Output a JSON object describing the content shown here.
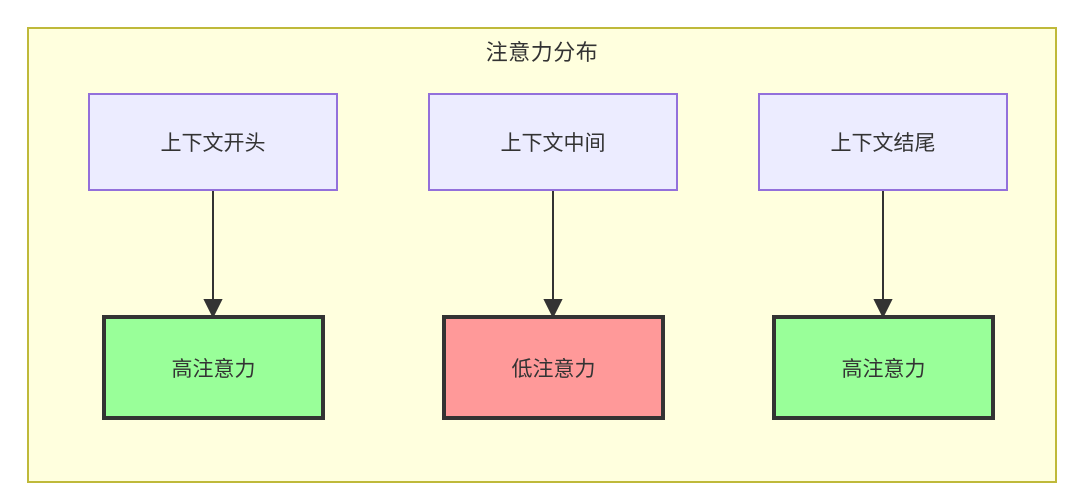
{
  "diagram": {
    "title": "注意力分布",
    "background_color": "#ffffde",
    "border_color": "#bfb93a",
    "top_node_fill": "#ececff",
    "top_node_border": "#9370db",
    "high_fill": "#99ff99",
    "low_fill": "#ff9999",
    "node_border_dark": "#333333",
    "edge_color": "#333333",
    "columns": [
      {
        "source_label": "上下文开头",
        "target_label": "高注意力",
        "target_state": "high"
      },
      {
        "source_label": "上下文中间",
        "target_label": "低注意力",
        "target_state": "low"
      },
      {
        "source_label": "上下文结尾",
        "target_label": "高注意力",
        "target_state": "high"
      }
    ]
  }
}
